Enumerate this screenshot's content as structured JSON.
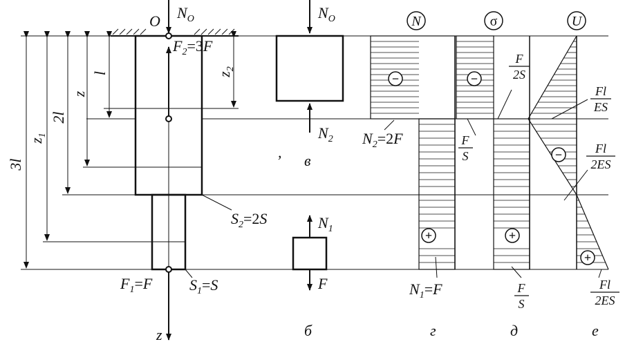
{
  "bar": {
    "origin": "O",
    "support_reaction": "N",
    "support_reaction_sub": "O",
    "force_top": "F",
    "force_top_sub": "2",
    "force_top_val": "=3",
    "force_top_val2": "F",
    "force_bottom": "F",
    "force_bottom_sub": "1",
    "force_bottom_val": "=",
    "force_bottom_val2": "F",
    "area_top": "S",
    "area_top_sub": "2",
    "area_top_val": "=2",
    "area_top_val2": "S",
    "area_bottom": "S",
    "area_bottom_sub": "1",
    "area_bottom_val": "=",
    "area_bottom_val2": "S",
    "axis": "z"
  },
  "dimensions": {
    "total": "3l",
    "z1": "z",
    "z1_sub": "1",
    "two_l": "2l",
    "z": "z",
    "l": "l",
    "z2": "z",
    "z2_sub": "2"
  },
  "cut_upper": {
    "top_force": "N",
    "top_force_sub": "O",
    "bottom_force": "N",
    "bottom_force_sub": "2",
    "label": "в"
  },
  "cut_lower": {
    "top_force": "N",
    "top_force_sub": "1",
    "bottom_force": "F",
    "label": "б"
  },
  "diagram_N": {
    "title": "N",
    "sign_top": "−",
    "sign_bottom": "+",
    "value_top": "N",
    "value_top_sub": "2",
    "value_top_val": "=2",
    "value_top_val2": "F",
    "value_bottom": "N",
    "value_bottom_sub": "1",
    "value_bottom_val": "=",
    "value_bottom_val2": "F",
    "label": "г"
  },
  "diagram_sigma": {
    "title": "σ",
    "sign_top": "−",
    "sign_bottom": "+",
    "frac_a_num": "F",
    "frac_a_den": "2S",
    "frac_b_num": "F",
    "frac_b_den": "S",
    "frac_c_num": "F",
    "frac_c_den": "S",
    "label": "д"
  },
  "diagram_U": {
    "title": "U",
    "sign_top": "−",
    "sign_bottom": "+",
    "frac_a_num": "Fl",
    "frac_a_den": "ES",
    "frac_b_num": "Fl",
    "frac_b_den": "2ES",
    "frac_c_num": "Fl",
    "frac_c_den": "2ES",
    "label": "е"
  },
  "stray_mark": ","
}
